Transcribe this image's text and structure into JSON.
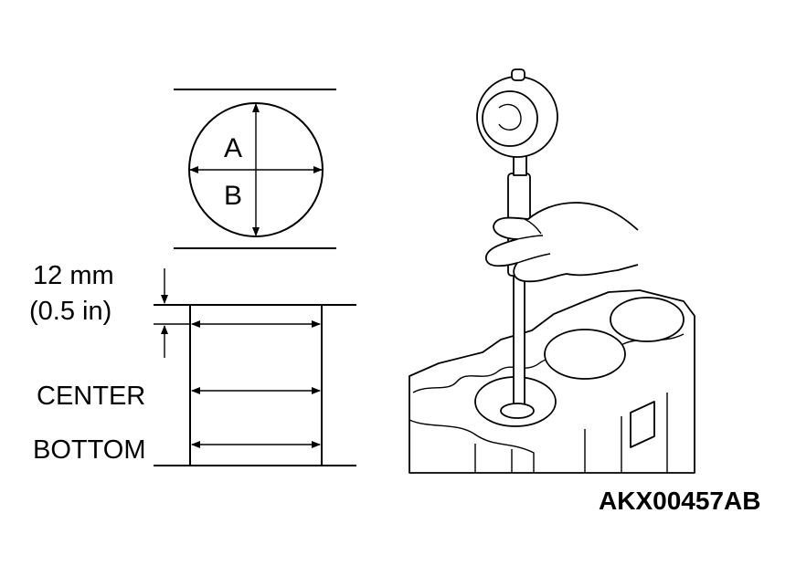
{
  "labels": {
    "dim_a": "A",
    "dim_b": "B",
    "offset_mm": "12 mm",
    "offset_in": "(0.5 in)",
    "center": "CENTER",
    "bottom": "BOTTOM",
    "figure_id": "AKX00457AB"
  },
  "colors": {
    "ink": "#000000",
    "background": "#ffffff"
  }
}
